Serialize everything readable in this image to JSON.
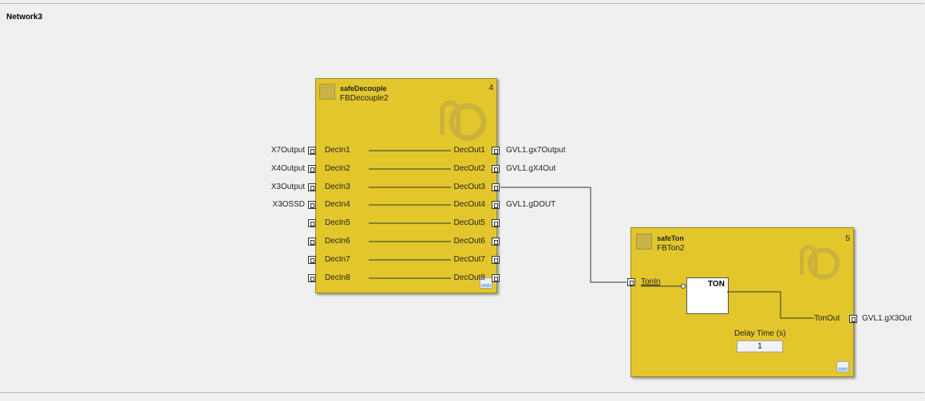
{
  "network": {
    "title": "Network3"
  },
  "decouple": {
    "name": "safeDecouple",
    "instance": "FBDecouple2",
    "number": "4",
    "inputs": [
      {
        "pin": "DecIn1",
        "var": "X7Output"
      },
      {
        "pin": "DecIn2",
        "var": "X4Output"
      },
      {
        "pin": "DecIn3",
        "var": "X3Output"
      },
      {
        "pin": "DecIn4",
        "var": "X3OSSD"
      },
      {
        "pin": "DecIn5",
        "var": ""
      },
      {
        "pin": "DecIn6",
        "var": ""
      },
      {
        "pin": "DecIn7",
        "var": ""
      },
      {
        "pin": "DecIn8",
        "var": ""
      }
    ],
    "outputs": [
      {
        "pin": "DecOut1",
        "var": "GVL1.gx7Output"
      },
      {
        "pin": "DecOut2",
        "var": "GVL1.gX4Out"
      },
      {
        "pin": "DecOut3",
        "var": ""
      },
      {
        "pin": "DecOut4",
        "var": "GVL1.gDOUT"
      },
      {
        "pin": "DecOut5",
        "var": ""
      },
      {
        "pin": "DecOut6",
        "var": ""
      },
      {
        "pin": "DecOut7",
        "var": ""
      },
      {
        "pin": "DecOut8",
        "var": ""
      }
    ]
  },
  "ton": {
    "name": "safeTon",
    "instance": "FBTon2",
    "number": "5",
    "input_pin": "TonIn",
    "output_pin": "TonOut",
    "output_var": "GVL1.gX3Out",
    "box_title": "TON",
    "delay_label": "Delay Time (s)",
    "delay_value": "1"
  }
}
